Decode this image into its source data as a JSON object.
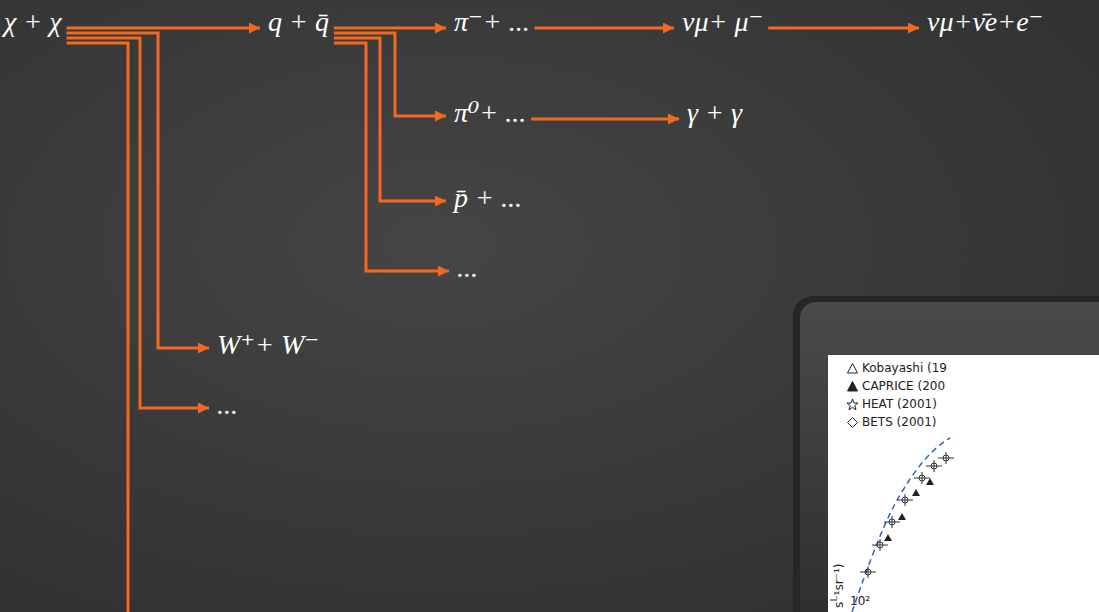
{
  "diagram": {
    "nodes": [
      {
        "text": [
          "χ + χ"
        ]
      },
      {
        "text": [
          "q + q̄"
        ]
      },
      {
        "text": [
          "π⁻+ ..."
        ]
      },
      {
        "text": [
          "νμ+ μ⁻"
        ]
      },
      {
        "text": [
          "νμ+ν̄e+e⁻"
        ]
      },
      {
        "text": [
          "π⁰+ ..."
        ]
      },
      {
        "text": [
          "γ + γ"
        ]
      },
      {
        "text": [
          "p̄ + ..."
        ]
      },
      {
        "text": [
          "..."
        ]
      },
      {
        "text": [
          "W⁺+ W⁻"
        ]
      },
      {
        "text": [
          "..."
        ]
      }
    ],
    "edges": [
      {
        "from": 0,
        "to": 1,
        "arrow": "to"
      },
      {
        "from": 1,
        "to": 2,
        "arrow": "to"
      },
      {
        "from": 2,
        "to": 3,
        "arrow": "to"
      },
      {
        "from": 3,
        "to": 4,
        "arrow": "to"
      },
      {
        "from": 1,
        "to": 5,
        "arrow": "to"
      },
      {
        "from": 5,
        "to": 6,
        "arrow": "to"
      },
      {
        "from": 1,
        "to": 7,
        "arrow": "to"
      },
      {
        "from": 1,
        "to": 8,
        "arrow": "to"
      },
      {
        "from": 0,
        "to": 9,
        "arrow": "to"
      },
      {
        "from": 0,
        "to": 10,
        "arrow": "to"
      }
    ],
    "labels": [
      "10²",
      "s⁻¹sr⁻¹)"
    ],
    "legend": [
      {
        "text": "Kobayashi (19"
      },
      {
        "text": "CAPRICE (200"
      },
      {
        "text": "HEAT (2001)"
      },
      {
        "text": "BETS (2001)"
      }
    ]
  }
}
